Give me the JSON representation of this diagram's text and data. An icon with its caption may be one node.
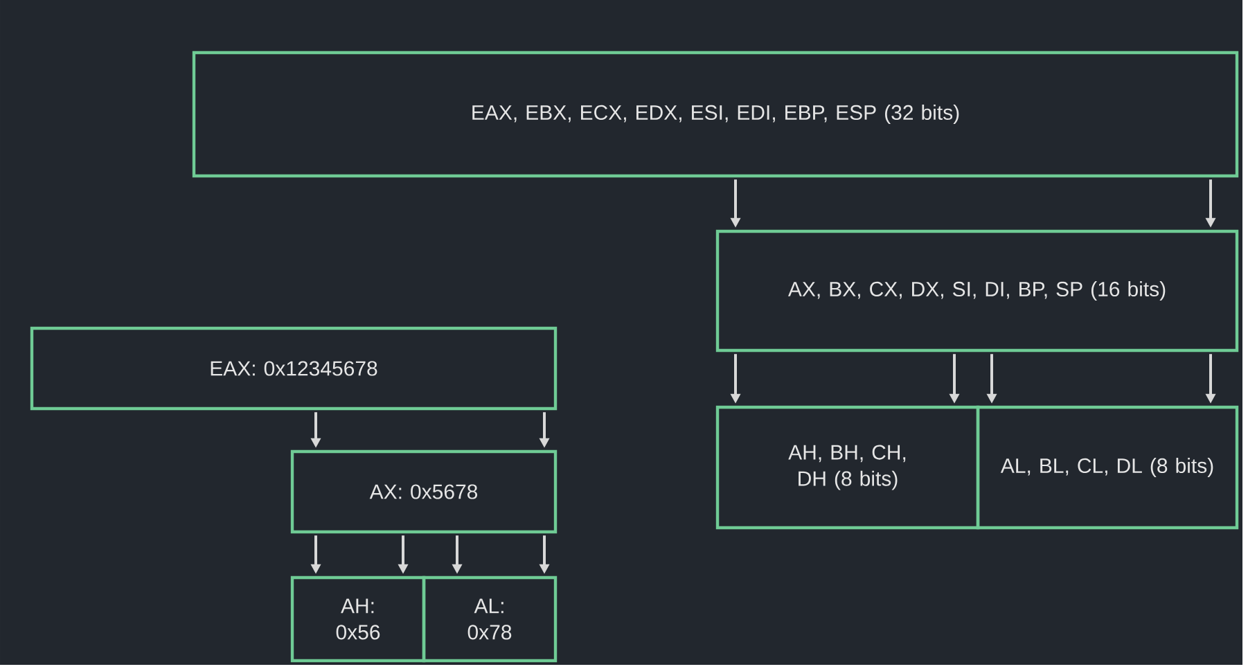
{
  "diagram": {
    "nodes": [
      {
        "text": [
          "EAX, EBX, ECX, EDX, ESI, EDI, EBP, ESP (32 bits)"
        ]
      },
      {
        "text": [
          "AX, BX, CX, DX, SI, DI, BP, SP (16 bits)"
        ]
      },
      {
        "text": [
          "AH, BH, CH, DH (8 bits)"
        ]
      },
      {
        "text": [
          "AL, BL, CL, DL (8 bits)"
        ]
      },
      {
        "text": [
          "EAX: 0x12345678"
        ]
      },
      {
        "text": [
          "AX: 0x5678"
        ]
      },
      {
        "text": [
          "AH: 0x56"
        ]
      },
      {
        "text": [
          "AL: 0x78"
        ]
      }
    ],
    "edges": [
      {
        "from": 0,
        "to": 1,
        "arrow": "to"
      },
      {
        "from": 0,
        "to": 1,
        "arrow": "to"
      },
      {
        "from": 1,
        "to": 2,
        "arrow": "to"
      },
      {
        "from": 1,
        "to": 2,
        "arrow": "to"
      },
      {
        "from": 1,
        "to": 3,
        "arrow": "to"
      },
      {
        "from": 1,
        "to": 3,
        "arrow": "to"
      },
      {
        "from": 4,
        "to": 5,
        "arrow": "to"
      },
      {
        "from": 4,
        "to": 5,
        "arrow": "to"
      },
      {
        "from": 5,
        "to": 6,
        "arrow": "to"
      },
      {
        "from": 5,
        "to": 6,
        "arrow": "to"
      },
      {
        "from": 5,
        "to": 7,
        "arrow": "to"
      },
      {
        "from": 5,
        "to": 7,
        "arrow": "to"
      }
    ]
  }
}
